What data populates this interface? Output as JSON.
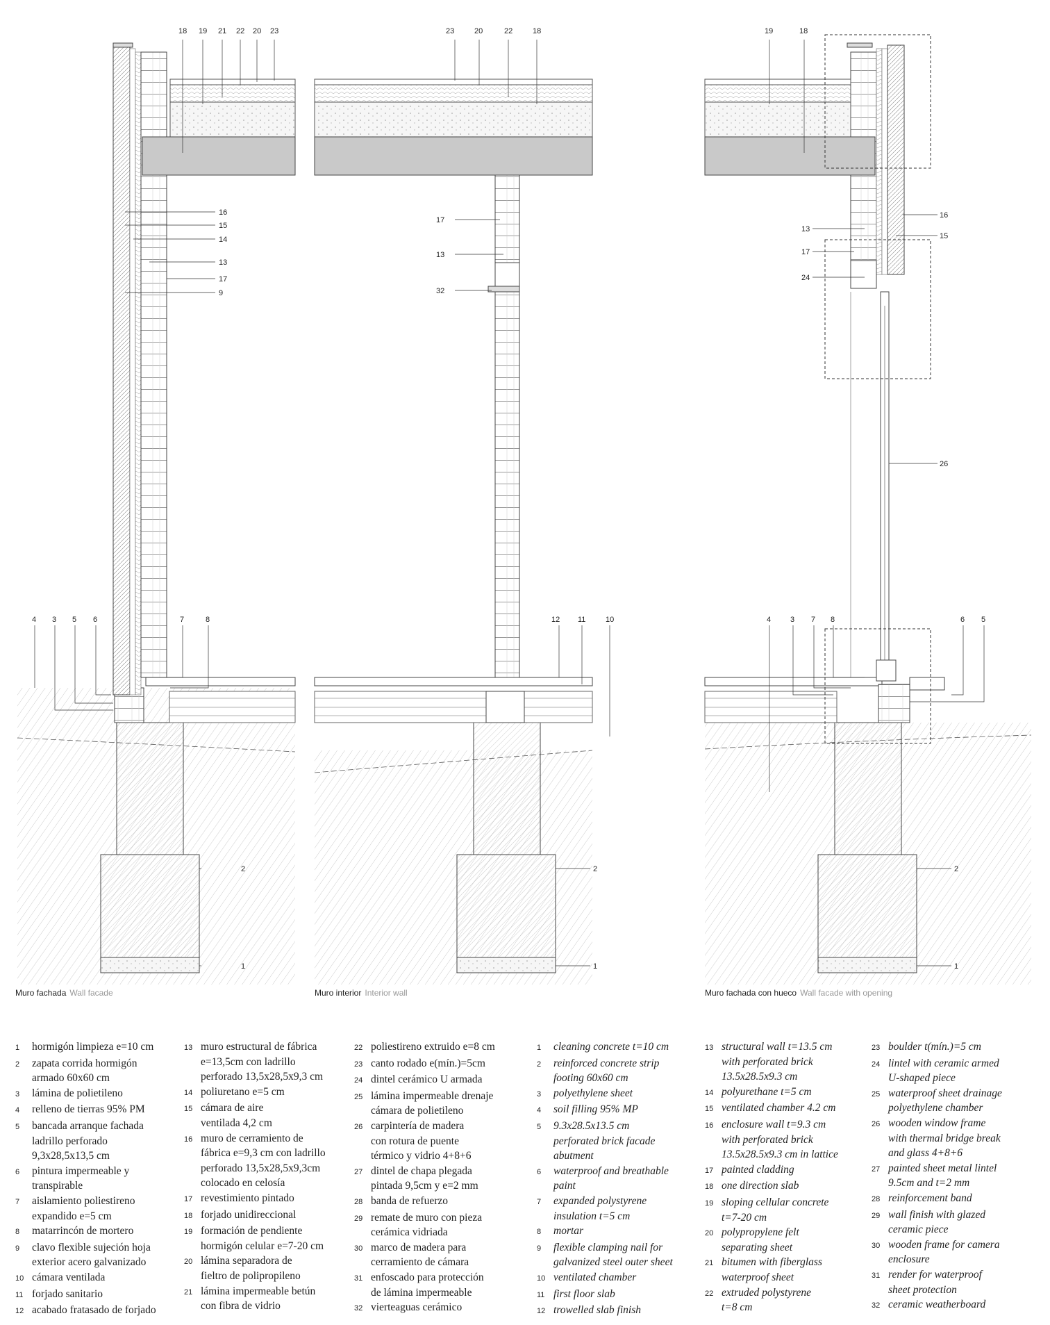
{
  "sections": [
    {
      "title_es": "Muro fachada",
      "title_en": "Wall facade"
    },
    {
      "title_es": "Muro interior",
      "title_en": "Interior wall"
    },
    {
      "title_es": "Muro fachada con hueco",
      "title_en": "Wall facade with opening"
    }
  ],
  "callouts": {
    "left_top": [
      "18",
      "19",
      "21",
      "22",
      "20",
      "23"
    ],
    "left_mid": [
      "16",
      "15",
      "14",
      "13",
      "17",
      "9"
    ],
    "left_bottom": [
      "4",
      "3",
      "5",
      "6",
      "7",
      "8"
    ],
    "left_found": [
      "2",
      "1"
    ],
    "mid_top": [
      "23",
      "20",
      "22",
      "18"
    ],
    "mid_mid": [
      "17",
      "13",
      "32"
    ],
    "mid_bottom": [
      "12",
      "11",
      "10"
    ],
    "mid_found": [
      "2",
      "1"
    ],
    "right_top": [
      "19",
      "18"
    ],
    "right_mid": [
      "16",
      "13",
      "15",
      "17",
      "24",
      "26"
    ],
    "right_bottom": [
      "4",
      "3",
      "7",
      "8",
      "6",
      "5"
    ],
    "right_found": [
      "2",
      "1"
    ]
  },
  "legend_es_1": [
    {
      "n": "1",
      "t": "hormigón limpieza e=10 cm"
    },
    {
      "n": "2",
      "t": "zapata corrida hormigón\narmado 60x60 cm"
    },
    {
      "n": "3",
      "t": "lámina de polietileno"
    },
    {
      "n": "4",
      "t": "relleno de tierras 95% PM"
    },
    {
      "n": "5",
      "t": "bancada arranque fachada\nladrillo perforado\n9,3x28,5x13,5 cm"
    },
    {
      "n": "6",
      "t": "pintura impermeable y\ntranspirable"
    },
    {
      "n": "7",
      "t": "aislamiento poliestireno\nexpandido e=5 cm"
    },
    {
      "n": "8",
      "t": "matarrincón de mortero"
    },
    {
      "n": "9",
      "t": "clavo flexible sujeción hoja\nexterior acero galvanizado"
    },
    {
      "n": "10",
      "t": "cámara ventilada"
    },
    {
      "n": "11",
      "t": "forjado sanitario"
    },
    {
      "n": "12",
      "t": "acabado fratasado de forjado"
    }
  ],
  "legend_es_2": [
    {
      "n": "13",
      "t": "muro estructural de fábrica\ne=13,5cm con ladrillo\nperforado 13,5x28,5x9,3 cm"
    },
    {
      "n": "14",
      "t": "poliuretano e=5 cm"
    },
    {
      "n": "15",
      "t": "cámara de aire\nventilada 4,2 cm"
    },
    {
      "n": "16",
      "t": "muro de cerramiento de\nfábrica e=9,3 cm con ladrillo\nperforado 13,5x28,5x9,3cm\ncolocado en celosía"
    },
    {
      "n": "17",
      "t": "revestimiento pintado"
    },
    {
      "n": "18",
      "t": "forjado unidireccional"
    },
    {
      "n": "19",
      "t": "formación de pendiente\nhormigón celular e=7-20 cm"
    },
    {
      "n": "20",
      "t": "lámina separadora de\nfieltro de polipropileno"
    },
    {
      "n": "21",
      "t": "lámina impermeable betún\ncon fibra de vidrio"
    }
  ],
  "legend_es_3": [
    {
      "n": "22",
      "t": "poliestireno extruido e=8 cm"
    },
    {
      "n": "23",
      "t": "canto rodado e(mín.)=5cm"
    },
    {
      "n": "24",
      "t": "dintel cerámico U armada"
    },
    {
      "n": "25",
      "t": "lámina impermeable drenaje\ncámara de polietileno"
    },
    {
      "n": "26",
      "t": "carpintería de madera\ncon rotura de puente\ntérmico y vidrio 4+8+6"
    },
    {
      "n": "27",
      "t": "dintel de chapa plegada\npintada 9,5cm y e=2 mm"
    },
    {
      "n": "28",
      "t": "banda de refuerzo"
    },
    {
      "n": "29",
      "t": "remate de muro con pieza\ncerámica vidriada"
    },
    {
      "n": "30",
      "t": "marco de madera para\ncerramiento de cámara"
    },
    {
      "n": "31",
      "t": "enfoscado para protección\nde lámina impermeable"
    },
    {
      "n": "32",
      "t": "vierteaguas cerámico"
    }
  ],
  "legend_en_1": [
    {
      "n": "1",
      "t": "cleaning concrete t=10 cm"
    },
    {
      "n": "2",
      "t": "reinforced concrete strip\nfooting 60x60 cm"
    },
    {
      "n": "3",
      "t": "polyethylene sheet"
    },
    {
      "n": "4",
      "t": "soil filling 95% MP"
    },
    {
      "n": "5",
      "t": "9.3x28.5x13.5 cm\nperforated brick facade\nabutment"
    },
    {
      "n": "6",
      "t": "waterproof and breathable\npaint"
    },
    {
      "n": "7",
      "t": "expanded polystyrene\ninsulation t=5 cm"
    },
    {
      "n": "8",
      "t": "mortar"
    },
    {
      "n": "9",
      "t": "flexible clamping nail for\ngalvanized steel outer sheet"
    },
    {
      "n": "10",
      "t": "ventilated chamber"
    },
    {
      "n": "11",
      "t": "first floor slab"
    },
    {
      "n": "12",
      "t": "trowelled slab finish"
    }
  ],
  "legend_en_2": [
    {
      "n": "13",
      "t": "structural wall t=13.5 cm\nwith perforated brick\n13.5x28.5x9.3 cm"
    },
    {
      "n": "14",
      "t": "polyurethane t=5 cm"
    },
    {
      "n": "15",
      "t": "ventilated chamber 4.2 cm"
    },
    {
      "n": "16",
      "t": "enclosure wall t=9.3 cm\nwith perforated brick\n13.5x28.5x9.3 cm in lattice"
    },
    {
      "n": "17",
      "t": " painted cladding"
    },
    {
      "n": "18",
      "t": "one direction slab"
    },
    {
      "n": "19",
      "t": "sloping cellular concrete\nt=7-20 cm"
    },
    {
      "n": "20",
      "t": "polypropylene felt\nseparating sheet"
    },
    {
      "n": "21",
      "t": "bitumen with fiberglass\nwaterproof sheet"
    },
    {
      "n": "22",
      "t": "extruded polystyrene\nt=8 cm"
    }
  ],
  "legend_en_3": [
    {
      "n": "23",
      "t": "boulder t(mín.)=5 cm"
    },
    {
      "n": "24",
      "t": "lintel with ceramic armed\nU-shaped piece"
    },
    {
      "n": "25",
      "t": "waterproof sheet drainage\npolyethylene chamber"
    },
    {
      "n": "26",
      "t": "wooden window frame\nwith thermal bridge break\nand glass 4+8+6"
    },
    {
      "n": "27",
      "t": "painted sheet metal lintel\n9.5cm and t=2 mm"
    },
    {
      "n": "28",
      "t": "reinforcement band"
    },
    {
      "n": "29",
      "t": "wall finish with glazed\nceramic piece"
    },
    {
      "n": "30",
      "t": "wooden frame for camera\nenclosure"
    },
    {
      "n": "31",
      "t": "render for waterproof\nsheet protection"
    },
    {
      "n": "32",
      "t": "ceramic weatherboard"
    }
  ]
}
